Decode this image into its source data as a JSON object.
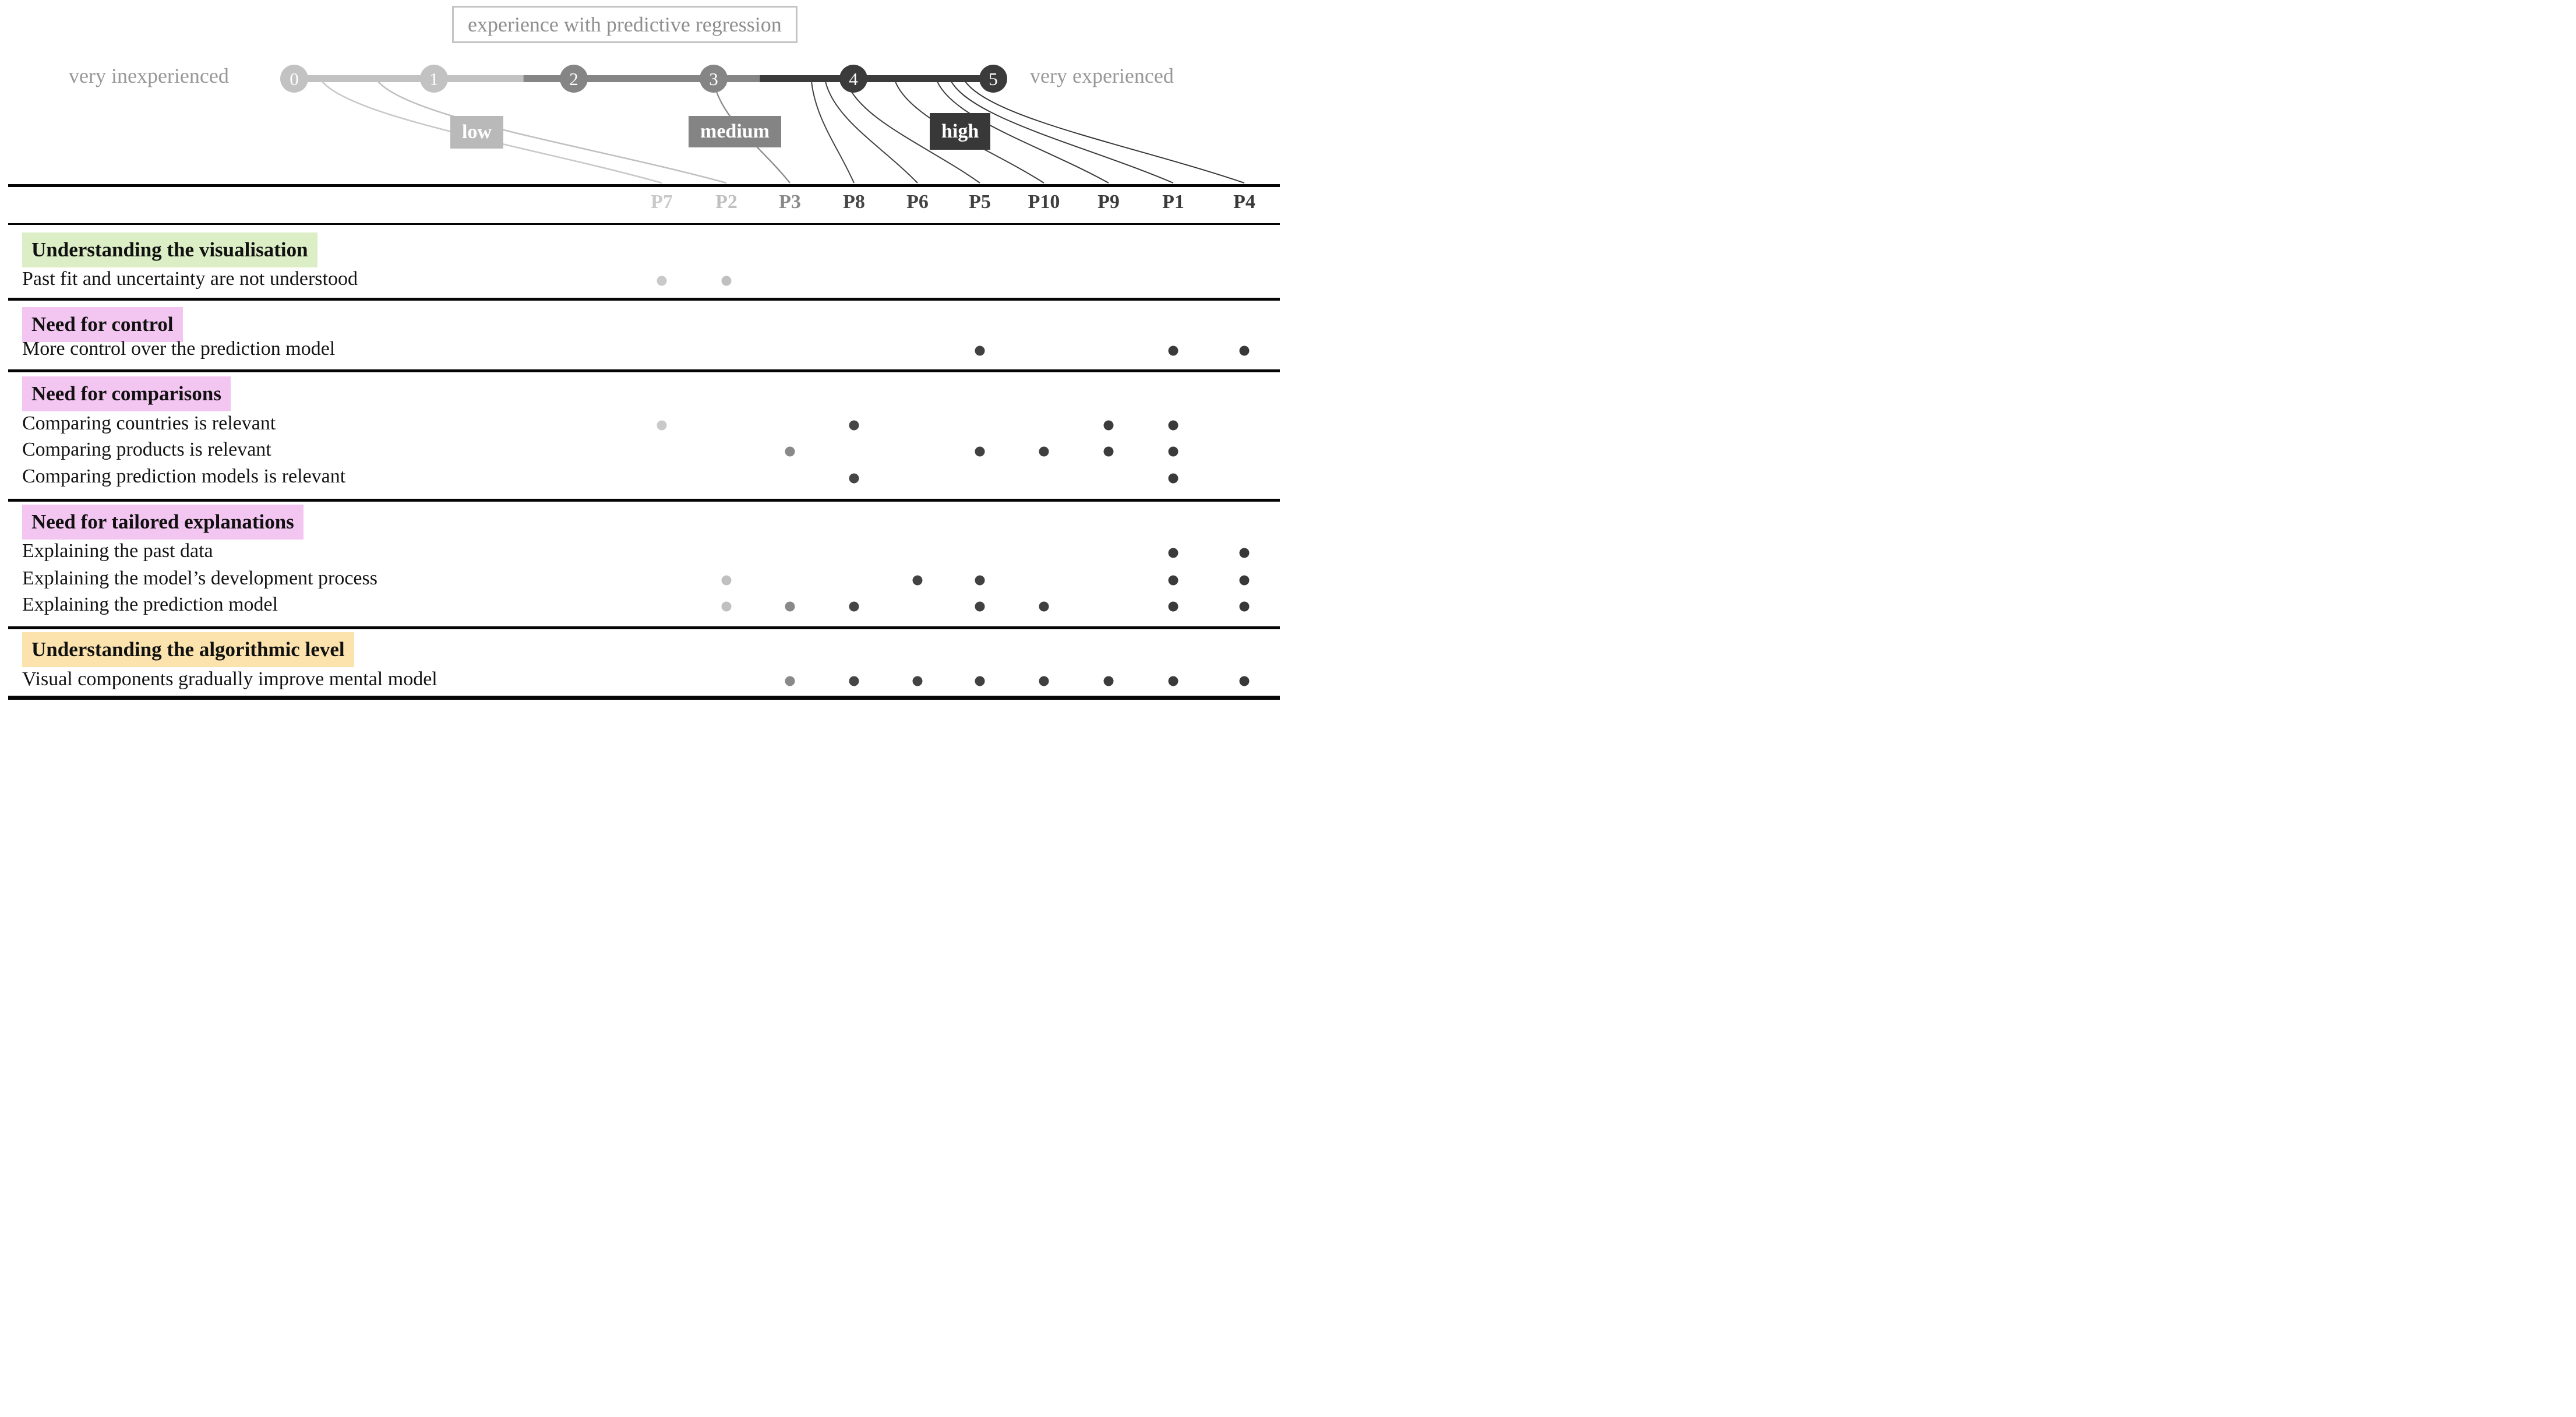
{
  "chart_data": {
    "type": "table",
    "title": "experience with predictive regression",
    "axis": {
      "label_left": "very inexperienced",
      "label_right": "very experienced",
      "min": 0,
      "max": 5,
      "ticks": [
        "0",
        "1",
        "2",
        "3",
        "4",
        "5"
      ],
      "tick_colors": [
        "#c2c2c2",
        "#c2c2c2",
        "#858585",
        "#858585",
        "#3b3b3b",
        "#3b3b3b"
      ],
      "bands": [
        {
          "label": "low",
          "from": 0,
          "to": 1.64,
          "color": "#c2c2c2",
          "box_color": "#b9b9b9"
        },
        {
          "label": "medium",
          "from": 1.64,
          "to": 3.33,
          "color": "#858585",
          "box_color": "#848484"
        },
        {
          "label": "high",
          "from": 3.33,
          "to": 5,
          "color": "#3b3b3b",
          "box_color": "#383838"
        }
      ]
    },
    "columns": [
      "P7",
      "P2",
      "P3",
      "P8",
      "P6",
      "P5",
      "P10",
      "P9",
      "P1",
      "P4"
    ],
    "participants": [
      {
        "id": "P7",
        "scale_position": 0.2,
        "band": "low",
        "color": "#c9c9c9"
      },
      {
        "id": "P2",
        "scale_position": 0.6,
        "band": "low",
        "color": "#c0c0c0"
      },
      {
        "id": "P3",
        "scale_position": 3.0,
        "band": "medium",
        "color": "#898989"
      },
      {
        "id": "P8",
        "scale_position": 3.7,
        "band": "high",
        "color": "#454545"
      },
      {
        "id": "P6",
        "scale_position": 3.8,
        "band": "high",
        "color": "#434343"
      },
      {
        "id": "P5",
        "scale_position": 3.95,
        "band": "high",
        "color": "#414141"
      },
      {
        "id": "P10",
        "scale_position": 4.3,
        "band": "high",
        "color": "#3f3f3f"
      },
      {
        "id": "P9",
        "scale_position": 4.6,
        "band": "high",
        "color": "#3c3c3c"
      },
      {
        "id": "P1",
        "scale_position": 4.7,
        "band": "high",
        "color": "#3a3a3a"
      },
      {
        "id": "P4",
        "scale_position": 4.8,
        "band": "high",
        "color": "#383838"
      }
    ],
    "sections": [
      {
        "title": "Understanding the visualisation",
        "highlight": "#dceec5",
        "rows": [
          {
            "label": "Past fit and uncertainty are not understood",
            "participants": [
              "P7",
              "P2"
            ]
          }
        ]
      },
      {
        "title": "Need for control",
        "highlight": "#f3c6f1",
        "rows": [
          {
            "label": "More control over the prediction model",
            "participants": [
              "P5",
              "P1",
              "P4"
            ]
          }
        ]
      },
      {
        "title": "Need for comparisons",
        "highlight": "#f3c6f1",
        "rows": [
          {
            "label": "Comparing countries is relevant",
            "participants": [
              "P7",
              "P8",
              "P9",
              "P1"
            ]
          },
          {
            "label": "Comparing products is relevant",
            "participants": [
              "P3",
              "P5",
              "P10",
              "P9",
              "P1"
            ]
          },
          {
            "label": "Comparing prediction models is relevant",
            "participants": [
              "P8",
              "P1"
            ]
          }
        ]
      },
      {
        "title": "Need for tailored explanations",
        "highlight": "#f3c6f1",
        "rows": [
          {
            "label": "Explaining the past data",
            "participants": [
              "P1",
              "P4"
            ]
          },
          {
            "label": "Explaining the model’s development process",
            "participants": [
              "P2",
              "P6",
              "P5",
              "P1",
              "P4"
            ]
          },
          {
            "label": "Explaining the prediction model",
            "participants": [
              "P2",
              "P3",
              "P8",
              "P5",
              "P10",
              "P1",
              "P4"
            ]
          }
        ]
      },
      {
        "title": "Understanding the algorithmic level",
        "highlight": "#fce3ad",
        "rows": [
          {
            "label": "Visual components gradually improve mental model",
            "participants": [
              "P3",
              "P8",
              "P6",
              "P5",
              "P10",
              "P9",
              "P1",
              "P4"
            ]
          }
        ]
      }
    ]
  },
  "colors": {
    "rule": "#050505",
    "title_text": "#8f8f8f",
    "title_border": "#c4c4c4",
    "axis_label_text": "#989898",
    "band_label_text": "#ffffff",
    "row_text": "#141414",
    "section_highlight_green": "#dceec5",
    "section_highlight_pink": "#f3c6f1",
    "section_highlight_orange": "#fce3ad"
  }
}
